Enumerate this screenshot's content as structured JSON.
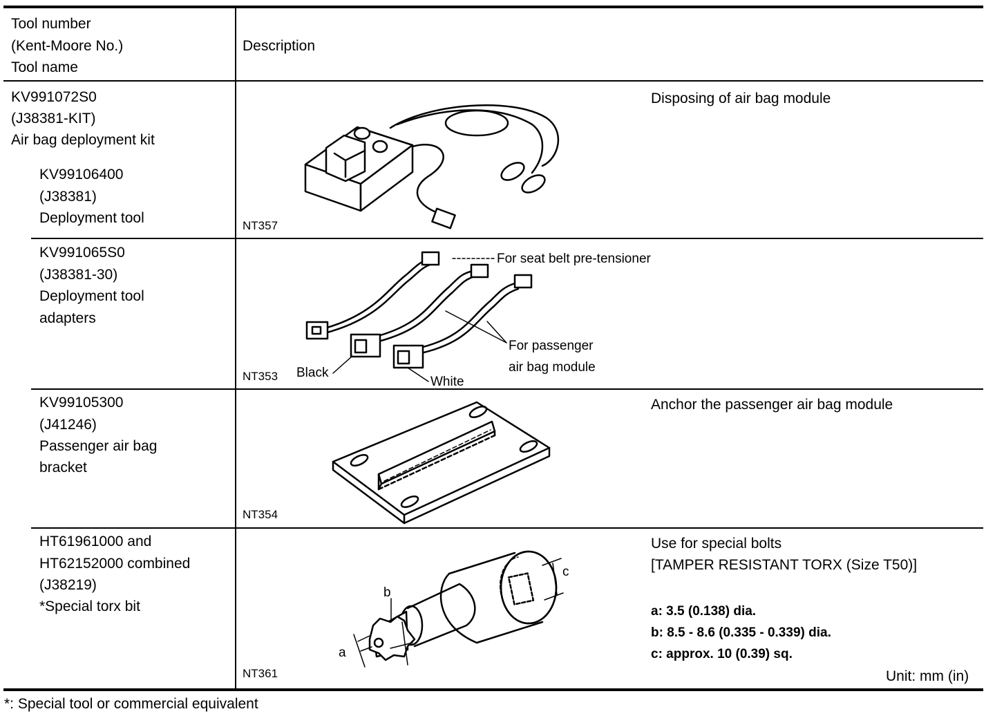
{
  "header": {
    "col1": [
      "Tool number",
      "(Kent-Moore No.)",
      "Tool name"
    ],
    "col2": "Description"
  },
  "rows": [
    {
      "tool": [
        "KV991072S0",
        "(J38381-KIT)",
        "Air bag deployment kit"
      ],
      "subtool": [
        "KV99106400",
        "(J38381)",
        "Deployment tool"
      ],
      "description": [
        "Disposing of air bag module"
      ],
      "figure_code": "NT357"
    },
    {
      "tool": [
        "KV991065S0",
        "(J38381-30)",
        "Deployment tool",
        "adapters"
      ],
      "description": [],
      "figure_code": "NT353",
      "callouts": {
        "seat_belt": "For seat belt pre-tensioner",
        "passenger_1": "For passenger",
        "passenger_2": "air bag module",
        "black": "Black",
        "white": "White"
      }
    },
    {
      "tool": [
        "KV99105300",
        "(J41246)",
        "Passenger air bag",
        "bracket"
      ],
      "description": [
        "Anchor the passenger air bag module"
      ],
      "figure_code": "NT354"
    },
    {
      "tool": [
        "HT61961000 and",
        "HT62152000 combined",
        "(J38219)",
        "*Special torx bit"
      ],
      "description": [
        "Use for special bolts",
        "[TAMPER RESISTANT TORX (Size T50)]"
      ],
      "specs": [
        "a: 3.5 (0.138) dia.",
        "b: 8.5 - 8.6 (0.335 - 0.339) dia.",
        "c: approx. 10 (0.39) sq."
      ],
      "unit": "Unit: mm (in)",
      "figure_code": "NT361",
      "dim_labels": {
        "a": "a",
        "b": "b",
        "c": "c"
      }
    }
  ],
  "footnote": "*: Special tool or commercial equivalent"
}
